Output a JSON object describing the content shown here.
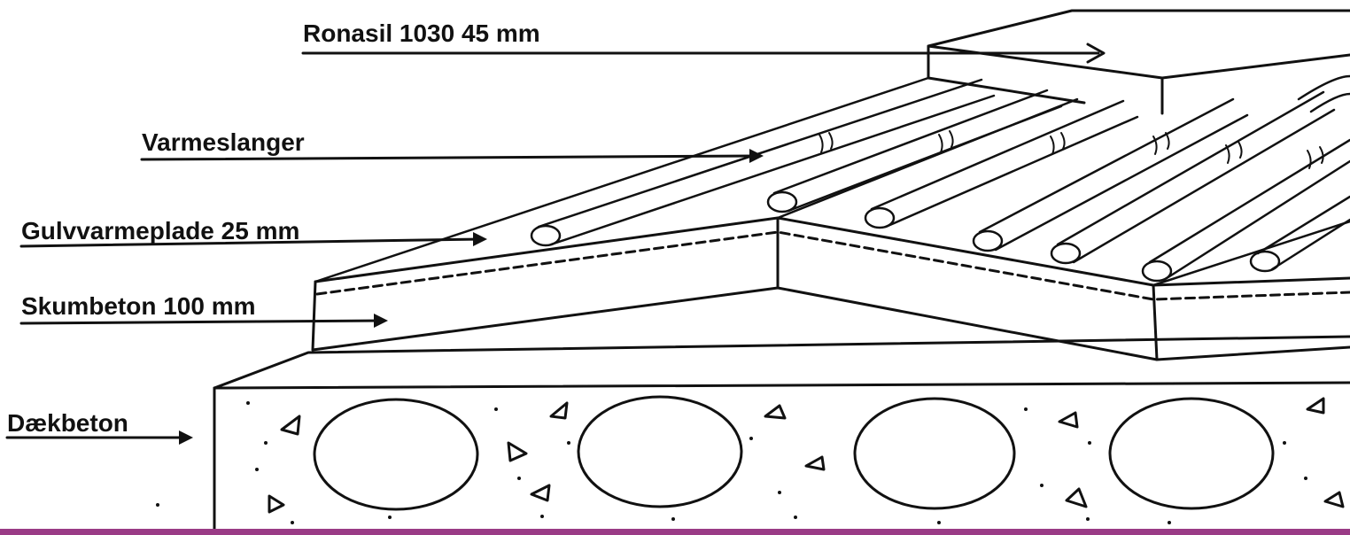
{
  "labels": {
    "ronasil": "Ronasil 1030 45 mm",
    "varmeslanger": "Varmeslanger",
    "gulvvarmeplade": "Gulvvarmeplade 25 mm",
    "skumbeton": "Skumbeton 100 mm",
    "daekbeton": "Dækbeton"
  },
  "colors": {
    "ink": "#111111",
    "background": "#ffffff",
    "bottom_bar": "#9a3b86"
  }
}
